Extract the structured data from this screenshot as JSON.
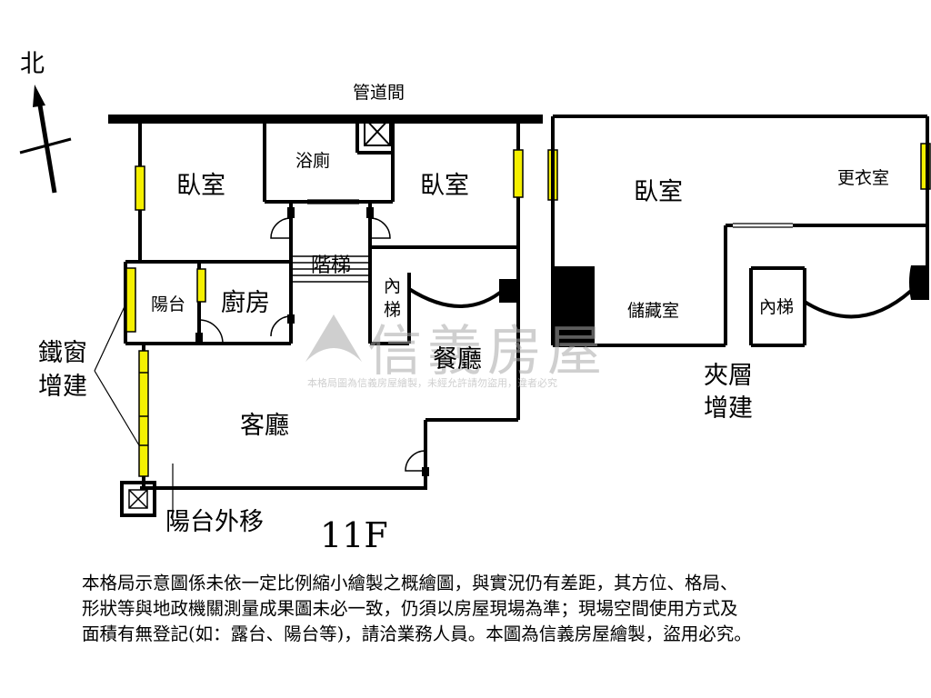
{
  "compass": {
    "north_label": "北"
  },
  "rooms": {
    "bedroom_left": "臥室",
    "bathroom": "浴廁",
    "shaft": "管道間",
    "bedroom_mid": "臥室",
    "stairs": "階梯",
    "balcony": "陽台",
    "kitchen": "廚房",
    "inner_stair_left": [
      "內",
      "梯"
    ],
    "dining": "餐廳",
    "living": "客廳",
    "bedroom_right": "臥室",
    "dressing": "更衣室",
    "storage": "儲藏室",
    "inner_stair_right": "內梯"
  },
  "annotations": {
    "iron_window": [
      "鐵窗",
      "增建"
    ],
    "balcony_moved": "陽台外移",
    "mezzanine": [
      "夾層",
      "增建"
    ]
  },
  "floor_label": "11F",
  "watermark": {
    "brand": "信義房屋",
    "notice": "本格局圖為信義房屋繪製，未經允許請勿盜用，違者必究"
  },
  "disclaimer": [
    "本格局示意圖係未依一定比例縮小繪製之概繪圖，與實況仍有差距，其方位、格局、",
    "形狀等與地政機關測量成果圖未必一致，仍須以房屋現場為準；現場空間使用方式及",
    "面積有無登記(如：露台、陽台等)，請洽業務人員。本圖為信義房屋繪製，盜用必究。"
  ],
  "colors": {
    "window_fill": "#f5f000",
    "wall": "#000000",
    "watermark": "#a9a9a9"
  }
}
